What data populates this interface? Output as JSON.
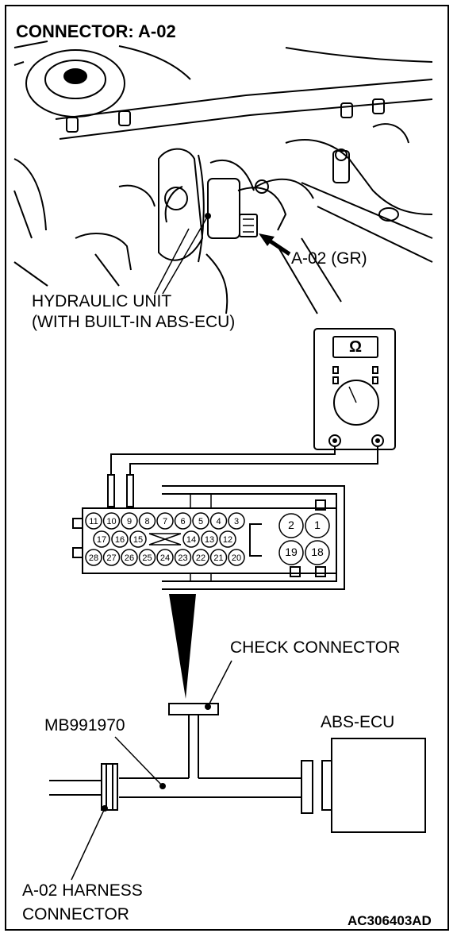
{
  "title": "CONNECTOR: A-02",
  "labels": {
    "connector_callout": "A-02 (GR)",
    "hydraulic_unit_line1": "HYDRAULIC UNIT",
    "hydraulic_unit_line2": "(WITH BUILT-IN ABS-ECU)",
    "check_connector": "CHECK CONNECTOR",
    "tool": "MB991970",
    "abs_ecu": "ABS-ECU",
    "harness_line1": "A-02 HARNESS",
    "harness_line2": "CONNECTOR",
    "figure_code": "AC306403AD"
  },
  "meter": {
    "symbol": "Ω"
  },
  "pins": {
    "row1": [
      "11",
      "10",
      "9",
      "8",
      "7",
      "6",
      "5",
      "4",
      "3"
    ],
    "row2": [
      "17",
      "16",
      "15",
      "14",
      "13",
      "12"
    ],
    "row3": [
      "28",
      "27",
      "26",
      "25",
      "24",
      "23",
      "22",
      "21",
      "20"
    ],
    "big_top": [
      "2",
      "1"
    ],
    "big_bottom": [
      "19",
      "18"
    ]
  }
}
